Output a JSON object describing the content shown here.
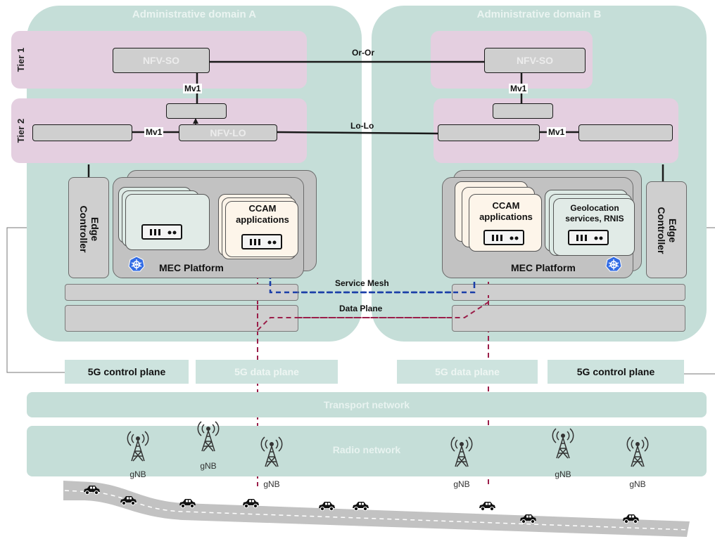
{
  "domains": [
    {
      "title": "Administrative domain A"
    },
    {
      "title": "Administrative domain B"
    }
  ],
  "tiers": {
    "tier1": "Tier 1",
    "tier2": "Tier 2"
  },
  "nodes": {
    "nfv_so_a": "NFV-SO",
    "nfv_so_b": "NFV-SO",
    "nfv_lo_a": "NFV-LO"
  },
  "interfaces": {
    "or_or": "Or-Or",
    "lo_lo": "Lo-Lo",
    "mv1_vertical_a": "Mv1",
    "mv1_vertical_b": "Mv1",
    "mv1_a": "Mv1",
    "mv1_b": "Mv1"
  },
  "edge_controller": {
    "a": "Edge\nController",
    "b": "Edge\nController"
  },
  "mec": {
    "platform_a": "MEC Platform",
    "platform_b": "MEC Platform",
    "ccam_a": "CCAM\napplications",
    "ccam_b": "CCAM\napplications",
    "geoloc_b": "Geolocation\nservices, RNIS"
  },
  "planes": {
    "service_mesh": "Service Mesh",
    "data_plane": "Data Plane"
  },
  "five_g": {
    "control_a": "5G control plane",
    "data_a": "5G data plane",
    "data_b": "5G data plane",
    "control_b": "5G control plane"
  },
  "networks": {
    "transport": "Transport network",
    "radio": "Radio network"
  },
  "gnb_label": "gNB",
  "colors": {
    "domain_fill": "#c5ded8",
    "tier_fill": "#e4cfe0",
    "node_fill": "#cfcfcf",
    "service_mesh": "#1a3ea8",
    "data_plane": "#9b1f4a",
    "kubernetes": "#326ce5"
  },
  "icons": [
    "antenna-tower-icon",
    "car-icon",
    "server-icon",
    "kubernetes-icon"
  ]
}
